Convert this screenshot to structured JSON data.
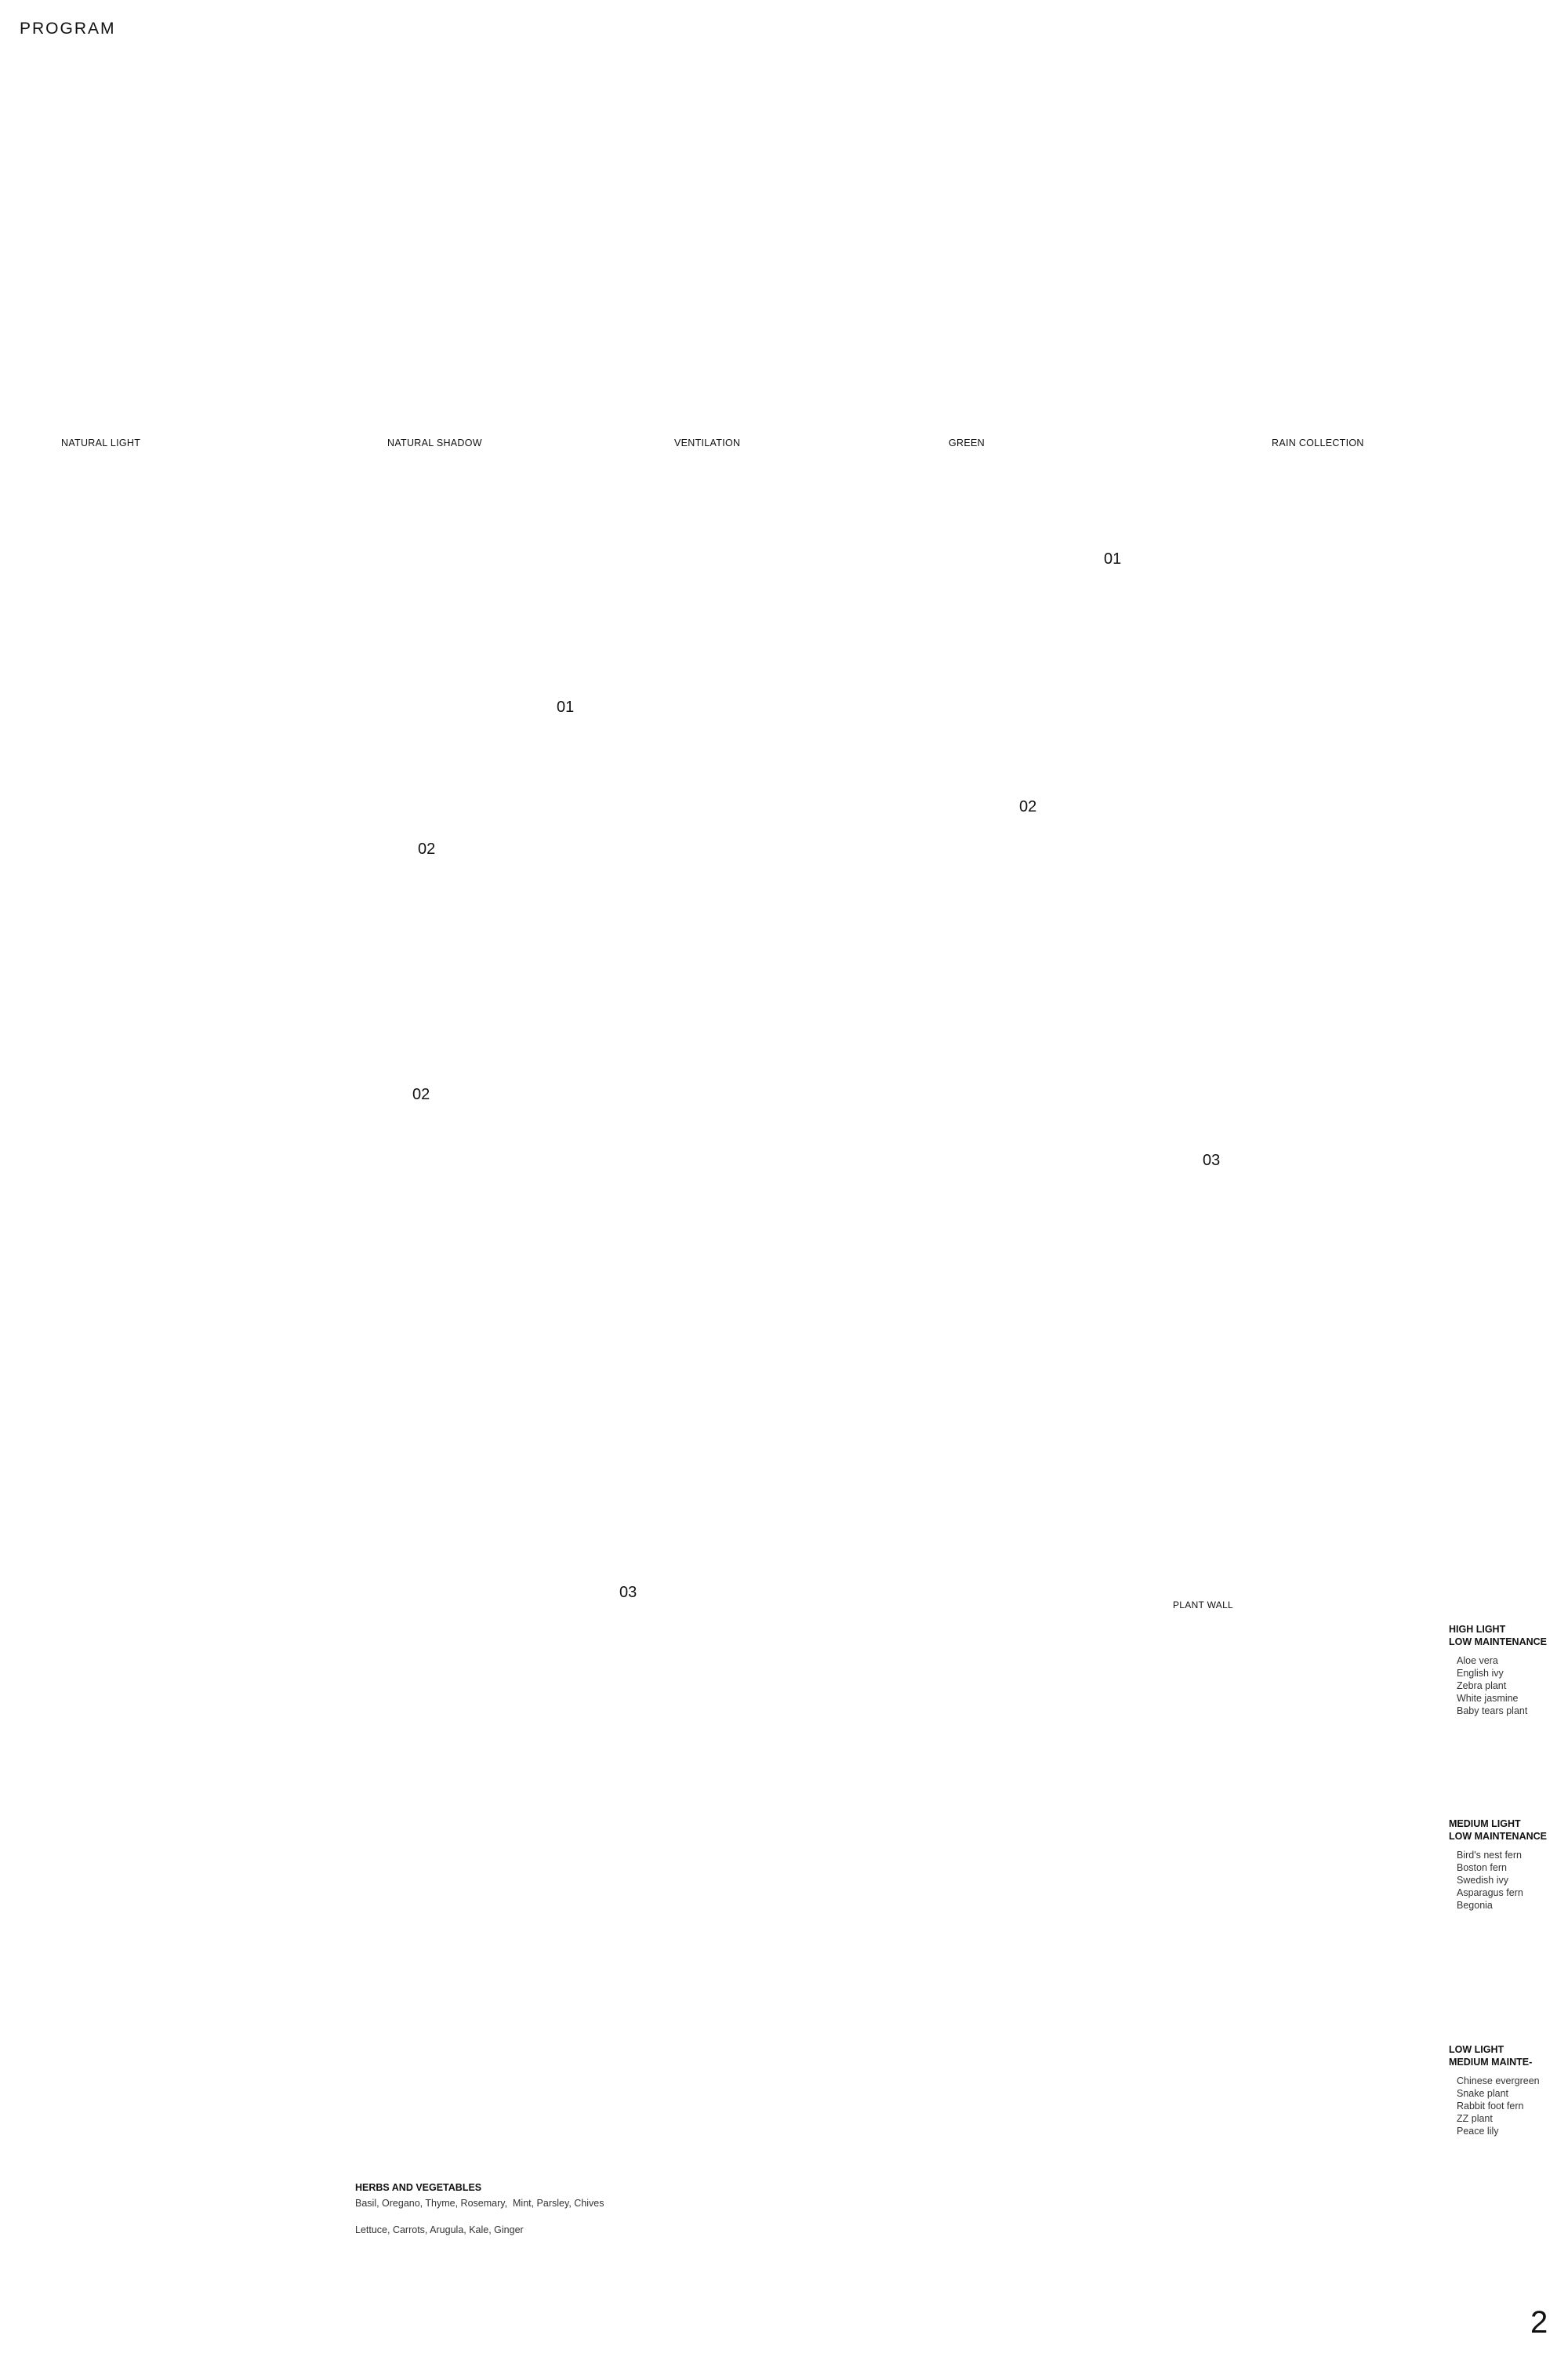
{
  "page": {
    "title": "PROGRAM",
    "page_number": "2"
  },
  "program_diagrams": [
    {
      "caption": "NATURAL LIGHT",
      "accent": "#f6b777"
    },
    {
      "caption": "NATURAL SHADOW",
      "accent": "#b8b8b8"
    },
    {
      "caption": "VENTILATION",
      "accent": "#9cc0dc"
    },
    {
      "caption": "GREEN",
      "accent": "#bccaae"
    },
    {
      "caption": "RAIN COLLECTION",
      "accent": "#8fb1d2"
    }
  ],
  "isometric": {
    "floor_labels": [
      "01",
      "02",
      "02",
      "03"
    ]
  },
  "details": [
    {
      "number": "01"
    },
    {
      "number": "02"
    },
    {
      "number": "03"
    }
  ],
  "plant_wall": {
    "title": "PLANT WALL",
    "groups": [
      {
        "heading": "HIGH LIGHT\nLOW MAINTENANCE",
        "plants": "Aloe vera\nEnglish ivy\nZebra plant\nWhite jasmine\nBaby tears plant"
      },
      {
        "heading": "MEDIUM LIGHT\nLOW MAINTENANCE",
        "plants": "Bird's nest fern\nBoston fern\nSwedish ivy\nAsparagus fern\nBegonia"
      },
      {
        "heading": "LOW LIGHT\nMEDIUM MAINTE-",
        "plants": "Chinese evergreen\nSnake plant\nRabbit foot fern\nZZ plant\nPeace lily"
      }
    ]
  },
  "herbs": {
    "title": "HERBS AND VEGETABLES",
    "line1": "Basil, Oregano, Thyme, Rosemary,  Mint, Parsley, Chives",
    "line2": "Lettuce, Carrots, Arugula, Kale, Ginger"
  },
  "colors": {
    "wood": "#f2e1cf",
    "wood_line": "#c9ad92",
    "plant": "#7ea46a",
    "plant_dark": "#3d5f3a",
    "ground": "#d4d4d4",
    "glass": "#dfe5ee"
  }
}
